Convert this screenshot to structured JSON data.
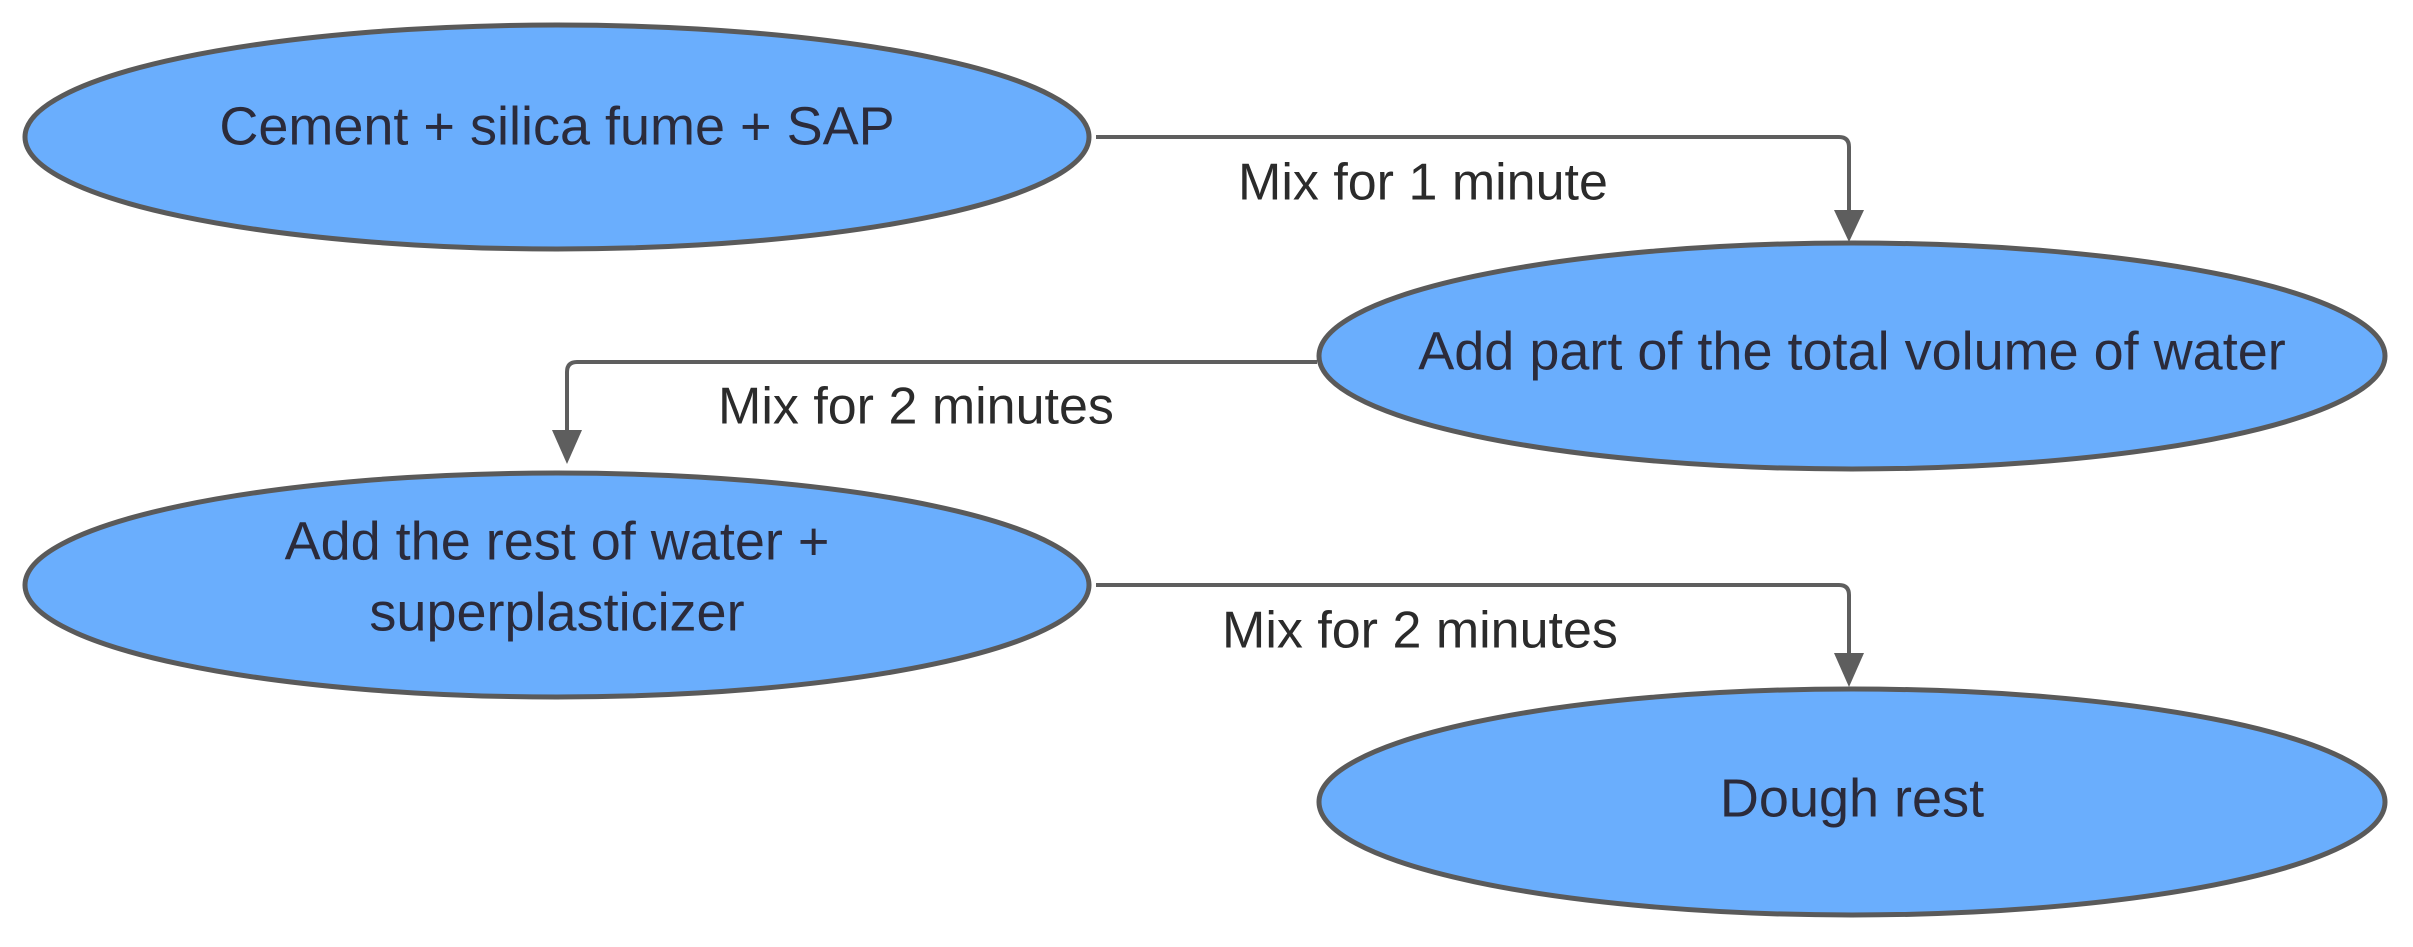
{
  "colors": {
    "node_fill": "#6aaefd",
    "node_stroke": "#5a5a5a",
    "connector": "#5e5e5e",
    "text": "#2b2b3b"
  },
  "nodes": {
    "start": {
      "line1": "Cement + silica fume + SAP"
    },
    "add_water": {
      "line1": "Add part of the total volume of water"
    },
    "add_rest": {
      "line1": "Add the rest of water +",
      "line2": "superplasticizer"
    },
    "dough_rest": {
      "line1": "Dough rest"
    }
  },
  "edges": {
    "e1": {
      "label": "Mix for 1 minute"
    },
    "e2": {
      "label": "Mix for 2 minutes"
    },
    "e3": {
      "label": "Mix for 2 minutes"
    }
  }
}
